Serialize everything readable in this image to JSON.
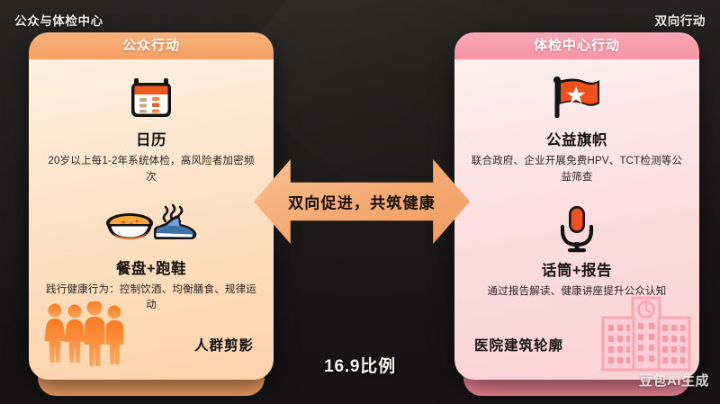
{
  "page": {
    "title_left": "公众与体检中心",
    "title_right": "双向行动",
    "ratio_label": "16.9比例",
    "watermark": "豆包AI生成",
    "bg_color": "#1b1919"
  },
  "arrow": {
    "text": "双向促进，共筑健康",
    "color": "#f6ab74"
  },
  "left_card": {
    "header": "公众行动",
    "accent": "#f59f62",
    "body_bg": "#fce0c2",
    "blocks": [
      {
        "icon": "calendar-icon",
        "title": "日历",
        "desc": "20岁以上每1-2年系统体检，高风险者加密频次"
      },
      {
        "icon": "meal-plate-and-running-shoe-icon",
        "title": "餐盘+跑鞋",
        "desc": "践行健康行为：控制饮酒、均衡膳食、规律运动"
      }
    ],
    "footer": {
      "icon": "crowd-silhouette-icon",
      "label": "人群剪影"
    }
  },
  "right_card": {
    "header": "体检中心行动",
    "accent": "#f894a4",
    "body_bg": "#fbdcdd",
    "blocks": [
      {
        "icon": "public-welfare-flag-icon",
        "title": "公益旗帜",
        "desc": "联合政府、企业开展免费HPV、TCT检测等公益筛查"
      },
      {
        "icon": "microphone-and-report-icon",
        "title": "话筒+报告",
        "desc": "通过报告解读、健康讲座提升公众认知"
      }
    ],
    "footer": {
      "icon": "hospital-building-outline-icon",
      "label": "医院建筑轮廓"
    }
  }
}
